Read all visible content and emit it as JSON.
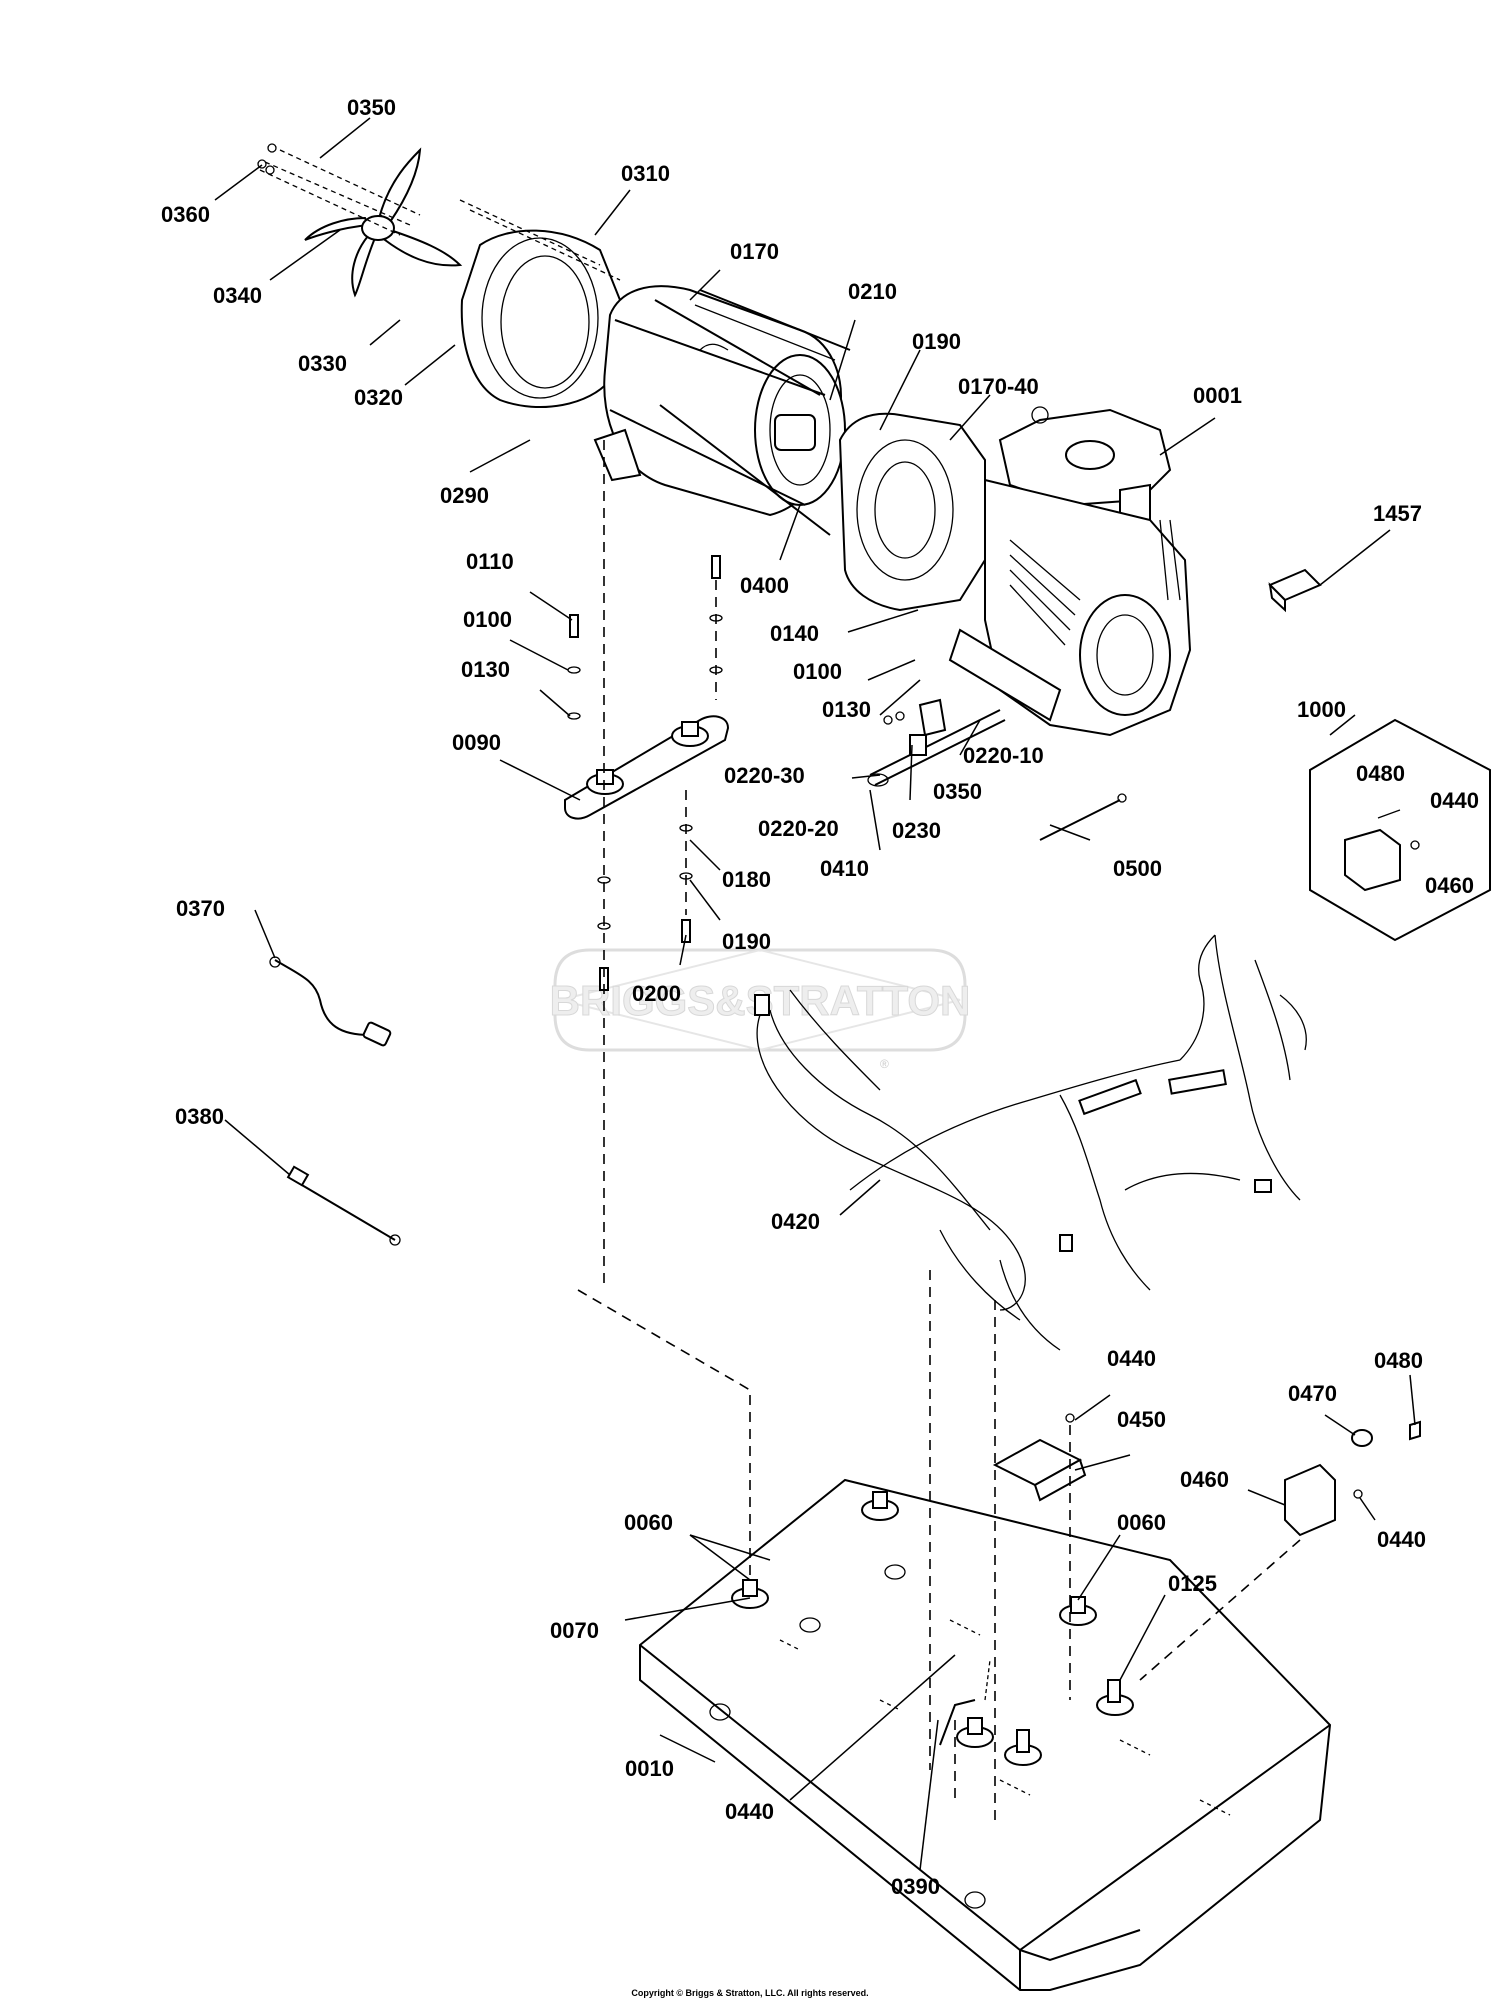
{
  "callouts": [
    "0350",
    "0310",
    "0360",
    "0340",
    "0170",
    "0210",
    "0190",
    "0170-40",
    "0001",
    "0330",
    "0320",
    "0290",
    "1457",
    "0400",
    "0110",
    "0140",
    "0100",
    "0100",
    "0130",
    "0130",
    "0090",
    "0220-30",
    "0220-10",
    "0350",
    "0220-20",
    "0230",
    "0410",
    "0500",
    "1000",
    "0480",
    "0440",
    "0460",
    "0180",
    "0370",
    "0190",
    "0200",
    "0380",
    "0420",
    "0440",
    "0480",
    "0470",
    "0450",
    "0460",
    "0060",
    "0060",
    "0440",
    "0070",
    "0125",
    "0010",
    "0440",
    "0390"
  ],
  "watermark": {
    "text": "BRIGGS&STRATTON",
    "registered": "®"
  },
  "footer": {
    "copyright": "Copyright © Briggs & Stratton, LLC. All rights reserved."
  },
  "colors": {
    "ink": "#000000",
    "watermark": "#d8d8d8",
    "background": "#ffffff"
  }
}
